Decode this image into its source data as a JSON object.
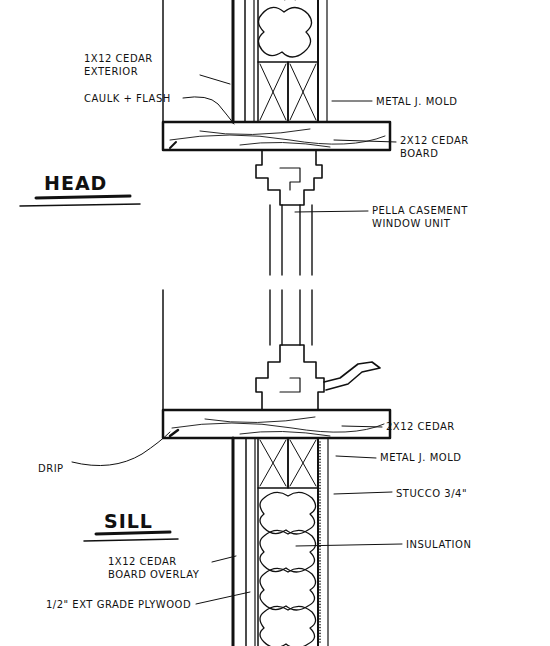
{
  "diagram": {
    "labels": [
      "1X12 CEDAR EXTERIOR",
      "CAULK + FLASH",
      "METAL J. MOLD",
      "2X12 CEDAR BOARD",
      "HEAD",
      "PELLA CASEMENT WINDOW UNIT",
      "2X12 CEDAR",
      "DRIP",
      "METAL J. MOLD",
      "STUCCO 3/4\"",
      "SILL",
      "INSULATION",
      "1X12 CEDAR BOARD OVERLAY",
      "1/2\" EXT GRADE PLYWOOD"
    ]
  }
}
